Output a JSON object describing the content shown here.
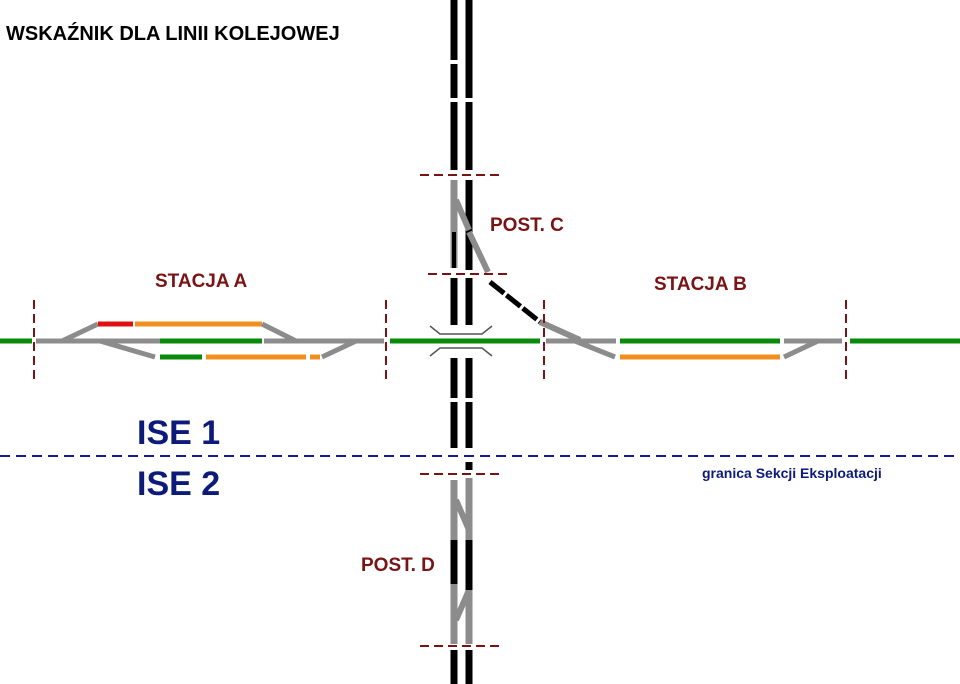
{
  "diagram": {
    "title": "WSKAŹNIK DLA LINII KOLEJOWEJ",
    "labels": {
      "stacja_a": "STACJA A",
      "stacja_b": "STACJA B",
      "post_c": "POST. C",
      "post_d": "POST. D",
      "ise_1": "ISE 1",
      "ise_2": "ISE 2",
      "boundary": "granica Sekcji Eksploatacji"
    },
    "colors": {
      "free_track": "#0a8a0a",
      "reserved_track": "#f0901e",
      "occupied_track": "#e01010",
      "unused_track": "#8c8c8c",
      "crossing_line": "#000000",
      "section_marker": "#7a1414",
      "boundary_line": "#1a1a8a"
    }
  }
}
